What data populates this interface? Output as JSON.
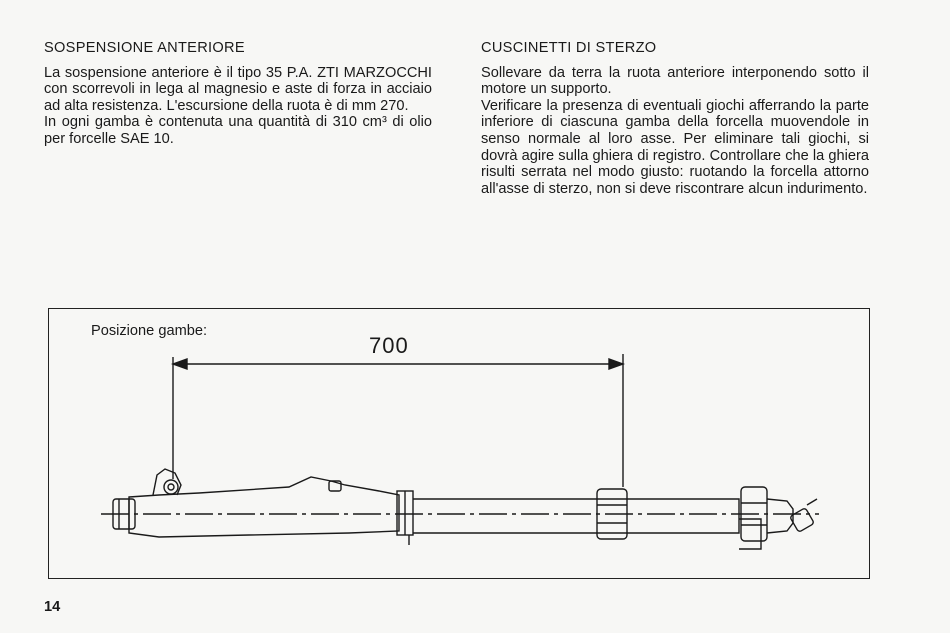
{
  "left_section": {
    "heading": "SOSPENSIONE ANTERIORE",
    "paragraphs": [
      "La sospensione anteriore è il tipo 35 P.A. ZTI MARZOCCHI con scorrevoli in lega al magnesio e aste di forza in acciaio ad alta resistenza. L'escursione della ruota è di mm 270.",
      "In ogni gamba è contenuta una quantità di 310 cm³ di olio per forcelle SAE 10."
    ]
  },
  "right_section": {
    "heading": "CUSCINETTI DI STERZO",
    "paragraphs": [
      "Sollevare da terra la ruota anteriore interponendo sotto il motore un supporto.",
      "Verificare la presenza di eventuali giochi afferrando la parte inferiore di ciascuna gamba della forcella muovendole in senso normale al loro asse. Per eliminare tali giochi, si dovrà agire sulla ghiera di registro. Controllare che la ghiera risulti serrata nel modo giusto: ruotando la forcella attorno all'asse di sterzo, non si deve riscontrare alcun indurimento."
    ]
  },
  "figure": {
    "label": "Posizione gambe:",
    "dimension": "700"
  },
  "page_number": "14"
}
